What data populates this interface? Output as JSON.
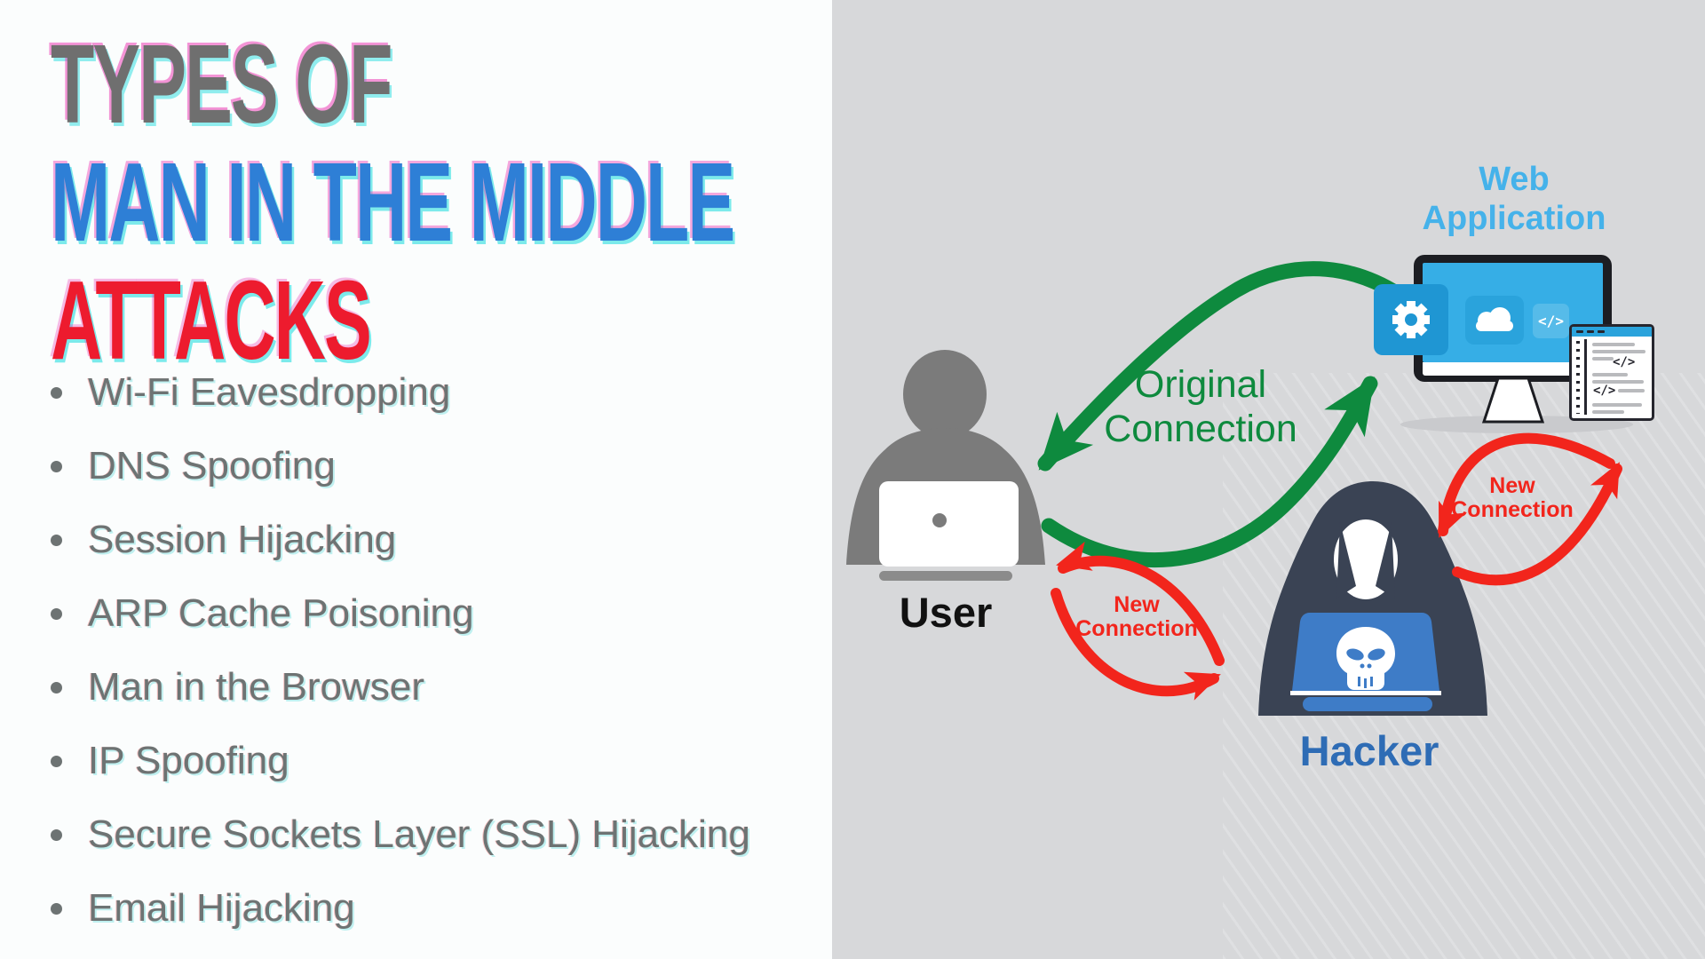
{
  "title": {
    "line1": "TYPES OF",
    "line2": "MAN IN THE MIDDLE",
    "line3": "ATTACKS"
  },
  "attack_list": {
    "items": [
      "Wi-Fi Eavesdropping",
      "DNS Spoofing",
      "Session Hijacking",
      "ARP Cache Poisoning",
      "Man in the Browser",
      "IP Spoofing",
      "Secure Sockets Layer (SSL) Hijacking",
      "Email Hijacking"
    ]
  },
  "diagram": {
    "user": {
      "label": "User"
    },
    "web_application": {
      "label_line1": "Web",
      "label_line2": "Application",
      "code_glyph": "</>",
      "doc_code_glyph_1": "</>",
      "doc_code_glyph_2": "</>"
    },
    "hacker": {
      "label": "Hacker"
    },
    "connections": {
      "original": {
        "label_line1": "Original",
        "label_line2": "Connection"
      },
      "new_user_hacker": {
        "label_line1": "New",
        "label_line2": "Connection"
      },
      "new_hacker_webapp": {
        "label_line1": "New",
        "label_line2": "Connection"
      }
    }
  },
  "icons": {
    "gear": "gear-icon",
    "cloud": "cloud-icon",
    "code": "code-icon",
    "code_document": "code-document-icon",
    "monitor": "monitor-icon",
    "user_silhouette": "user-icon",
    "laptop": "laptop-icon",
    "hacker_hood": "hacker-icon",
    "skull": "skull-icon"
  },
  "colors": {
    "left_bg": "#fbfdfd",
    "right_bg": "#d7d8da",
    "title_gray": "#6f6f6f",
    "title_blue": "#2e7fd6",
    "title_red": "#ed1b2e",
    "list_text": "#6d7373",
    "green": "#0e8a3e",
    "red": "#f2251c",
    "webapp_label_blue": "#45b2ea",
    "screen_blue": "#36aee6",
    "monitor_frame": "#1c1d22",
    "hacker_navy": "#3a4354",
    "hacker_laptop_blue": "#3e7cc7",
    "hacker_label_blue": "#2e6cb5",
    "user_gray": "#7b7b7b"
  }
}
